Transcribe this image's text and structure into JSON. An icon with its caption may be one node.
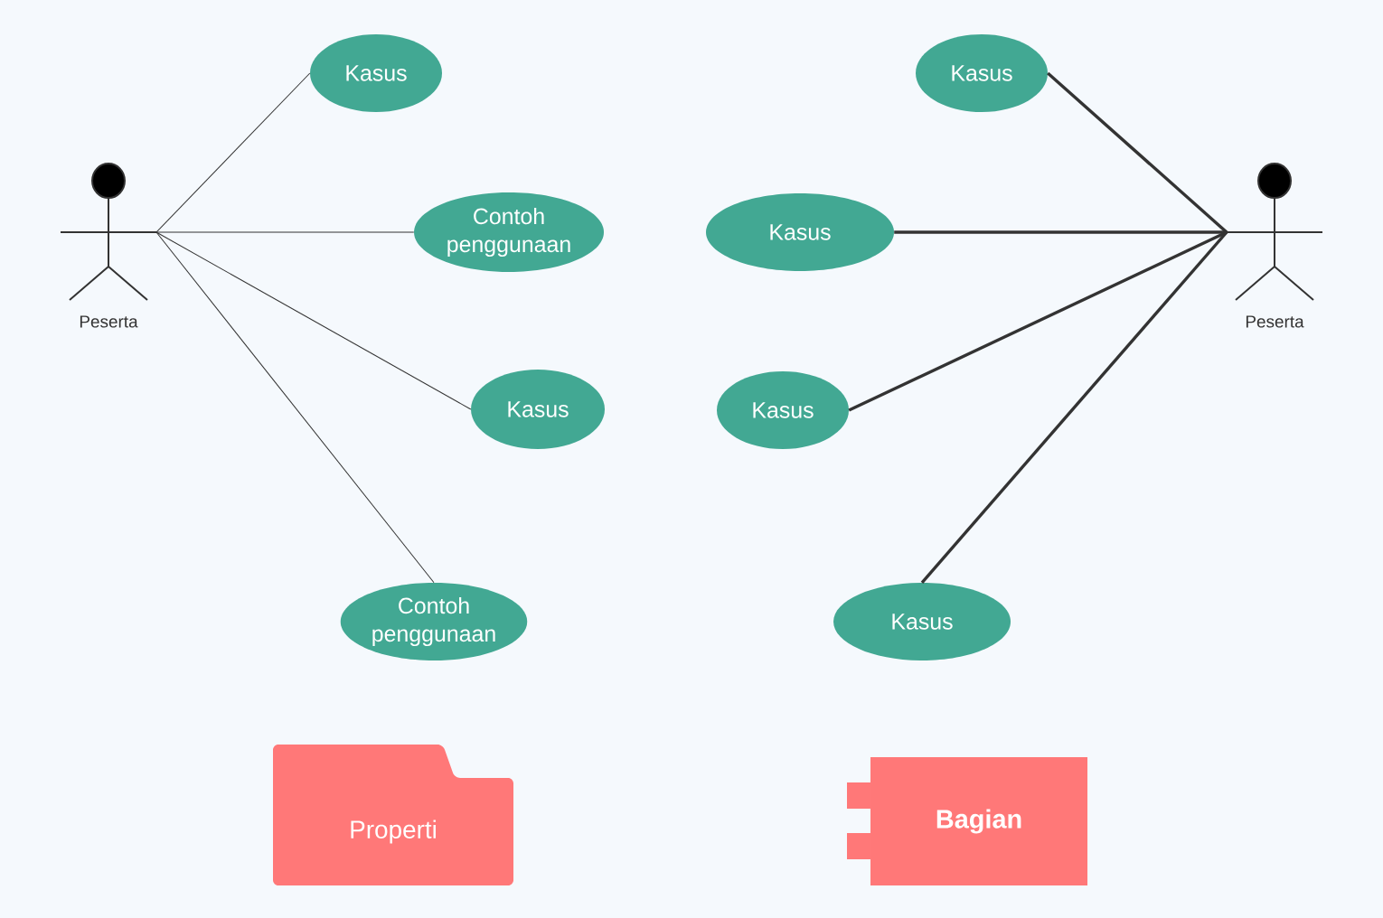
{
  "diagram": {
    "nodes": [
      {
        "text": [
          "Peserta"
        ]
      },
      {
        "text": [
          "Kasus"
        ]
      },
      {
        "text": [
          "Contoh penggunaan"
        ]
      },
      {
        "text": [
          "Kasus"
        ]
      },
      {
        "text": [
          "Contoh penggunaan"
        ]
      },
      {
        "text": [
          "Kasus"
        ]
      },
      {
        "text": [
          "Kasus"
        ]
      },
      {
        "text": [
          "Kasus"
        ]
      },
      {
        "text": [
          "Kasus"
        ]
      },
      {
        "text": [
          "Peserta"
        ]
      },
      {
        "text": [
          "Properti"
        ]
      },
      {
        "text": [
          "Bagian"
        ]
      }
    ],
    "edges": [
      {
        "from": 0,
        "to": 1,
        "arrow": "none"
      },
      {
        "from": 0,
        "to": 2,
        "arrow": "none"
      },
      {
        "from": 0,
        "to": 3,
        "arrow": "none"
      },
      {
        "from": 0,
        "to": 4,
        "arrow": "none"
      },
      {
        "from": 9,
        "to": 5,
        "arrow": "none",
        "style": "thick"
      },
      {
        "from": 9,
        "to": 6,
        "arrow": "none",
        "style": "thick"
      },
      {
        "from": 9,
        "to": 7,
        "arrow": "none",
        "style": "thick"
      },
      {
        "from": 9,
        "to": 8,
        "arrow": "none",
        "style": "thick"
      }
    ]
  }
}
